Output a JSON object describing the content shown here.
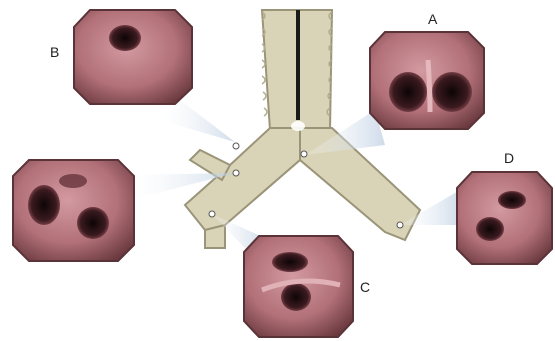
{
  "labels": {
    "a": "A",
    "b": "B",
    "c": "C",
    "d": "D"
  },
  "colors": {
    "airway_fill": "#d9d4b8",
    "airway_outline": "#9a9478",
    "scope_line": "#1a1a1a",
    "beam": "#b9cbe0",
    "mucosa": "#b06a74",
    "lumen": "#2a1418",
    "frame": "#5a3338"
  },
  "insets": [
    {
      "name": "inset-b",
      "label_key": "b",
      "lumens": 1
    },
    {
      "name": "inset-a",
      "label_key": "a",
      "lumens": 2
    },
    {
      "name": "inset-left",
      "label_key": "",
      "lumens": 2
    },
    {
      "name": "inset-c",
      "label_key": "c",
      "lumens": 2
    },
    {
      "name": "inset-d",
      "label_key": "d",
      "lumens": 2
    }
  ]
}
